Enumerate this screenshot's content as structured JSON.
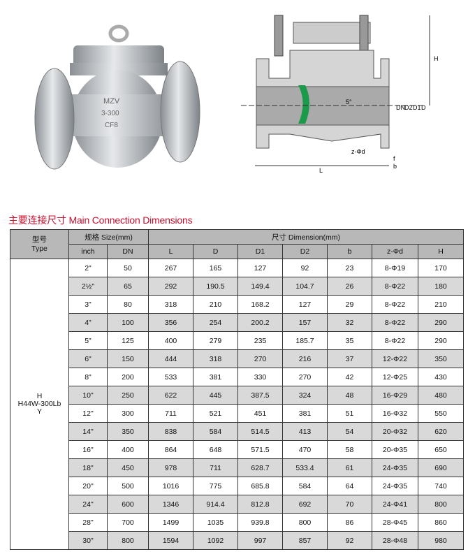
{
  "photo": {
    "markings": [
      "MZV",
      "3-300",
      "CF8"
    ]
  },
  "diagram": {
    "labels": {
      "H": "H",
      "DN": "DN",
      "D2": "D2",
      "D1": "D1",
      "D": "D",
      "angle": "5°",
      "holes": "z-Φd",
      "f": "f",
      "b": "b",
      "L": "L"
    }
  },
  "title": "主要连接尺寸 Main Connection Dimensions",
  "table": {
    "type_header": "型号",
    "type_header_en": "Type",
    "size_header": "规格 Size(mm)",
    "dim_header": "尺寸 Dimension(mm)",
    "columns": [
      "inch",
      "DN",
      "L",
      "D",
      "D1",
      "D2",
      "b",
      "z-Φd",
      "H"
    ],
    "type_top": "H",
    "type_value": "H44W-300Lb",
    "type_bottom": "Y",
    "rows": [
      [
        "2\"",
        "50",
        "267",
        "165",
        "127",
        "92",
        "23",
        "8-Φ19",
        "170"
      ],
      [
        "2½\"",
        "65",
        "292",
        "190.5",
        "149.4",
        "104.7",
        "26",
        "8-Φ22",
        "180"
      ],
      [
        "3\"",
        "80",
        "318",
        "210",
        "168.2",
        "127",
        "29",
        "8-Φ22",
        "210"
      ],
      [
        "4\"",
        "100",
        "356",
        "254",
        "200.2",
        "157",
        "32",
        "8-Φ22",
        "290"
      ],
      [
        "5\"",
        "125",
        "400",
        "279",
        "235",
        "185.7",
        "35",
        "8-Φ22",
        "290"
      ],
      [
        "6\"",
        "150",
        "444",
        "318",
        "270",
        "216",
        "37",
        "12-Φ22",
        "350"
      ],
      [
        "8\"",
        "200",
        "533",
        "381",
        "330",
        "270",
        "42",
        "12-Φ25",
        "430"
      ],
      [
        "10\"",
        "250",
        "622",
        "445",
        "387.5",
        "324",
        "48",
        "16-Φ29",
        "480"
      ],
      [
        "12\"",
        "300",
        "711",
        "521",
        "451",
        "381",
        "51",
        "16-Φ32",
        "550"
      ],
      [
        "14\"",
        "350",
        "838",
        "584",
        "514.5",
        "413",
        "54",
        "20-Φ32",
        "620"
      ],
      [
        "16\"",
        "400",
        "864",
        "648",
        "571.5",
        "470",
        "58",
        "20-Φ35",
        "650"
      ],
      [
        "18\"",
        "450",
        "978",
        "711",
        "628.7",
        "533.4",
        "61",
        "24-Φ35",
        "690"
      ],
      [
        "20\"",
        "500",
        "1016",
        "775",
        "685.8",
        "584",
        "64",
        "24-Φ35",
        "740"
      ],
      [
        "24\"",
        "600",
        "1346",
        "914.4",
        "812.8",
        "692",
        "70",
        "24-Φ41",
        "800"
      ],
      [
        "28\"",
        "700",
        "1499",
        "1035",
        "939.8",
        "800",
        "86",
        "28-Φ45",
        "860"
      ],
      [
        "30\"",
        "800",
        "1594",
        "1092",
        "997",
        "857",
        "92",
        "28-Φ48",
        "980"
      ]
    ]
  }
}
